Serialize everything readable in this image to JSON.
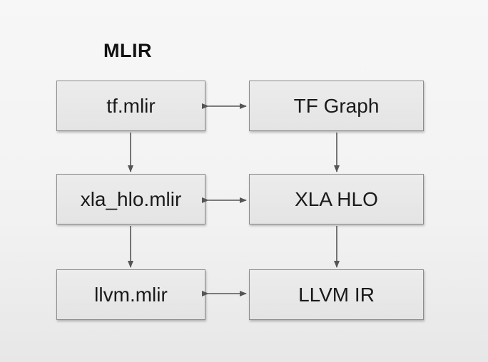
{
  "title": "MLIR",
  "left_column": [
    {
      "label": "tf.mlir"
    },
    {
      "label": "xla_hlo.mlir"
    },
    {
      "label": "llvm.mlir"
    }
  ],
  "right_column": [
    {
      "label": "TF Graph"
    },
    {
      "label": "XLA HLO"
    },
    {
      "label": "LLVM IR"
    }
  ],
  "colors": {
    "box_fill": "#e8e8e8",
    "box_border": "#8c8c8c",
    "arrow": "#555555",
    "text": "#1a1a1a"
  }
}
